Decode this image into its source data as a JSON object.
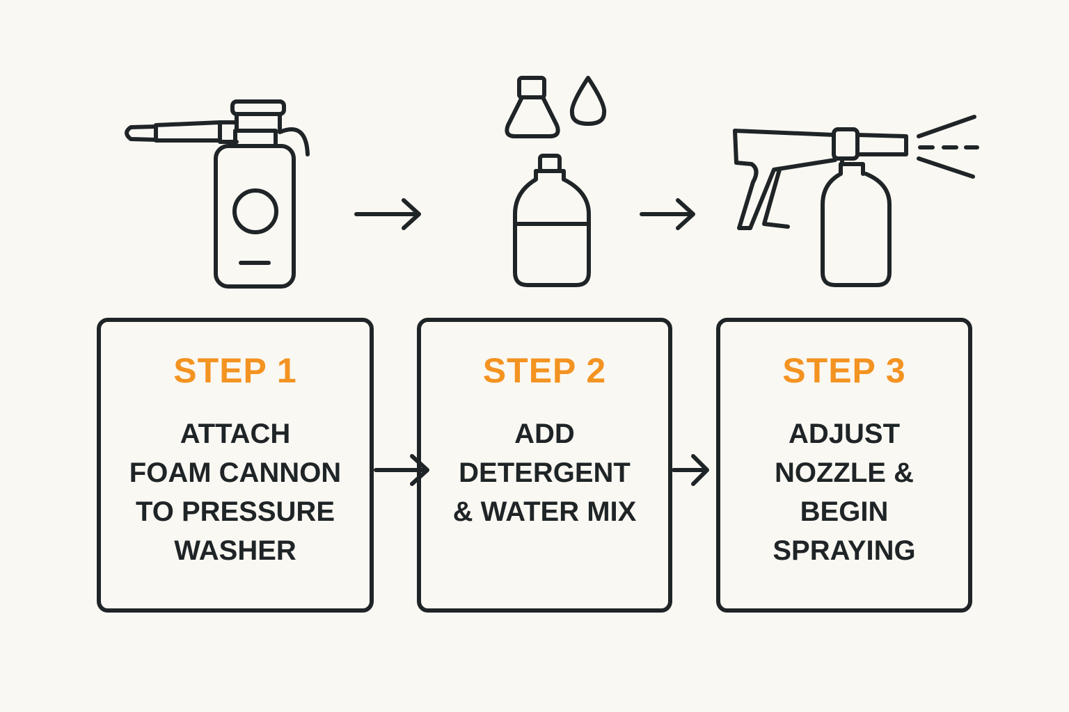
{
  "colors": {
    "background": "#faf8f3",
    "ink": "#1f2426",
    "accent": "#f39321"
  },
  "steps": [
    {
      "title": "STEP 1",
      "text": "ATTACH\nFOAM CANNON\nTO PRESSURE\nWASHER",
      "icon": "foam-cannon-icon"
    },
    {
      "title": "STEP 2",
      "text": "ADD\nDETERGENT\n& WATER MIX",
      "icon": "detergent-bottle-icon"
    },
    {
      "title": "STEP 3",
      "text": "ADJUST\nNOZZLE &\nBEGIN\nSPRAYING",
      "icon": "spray-gun-icon"
    }
  ],
  "connectors": [
    "arrow-right-icon",
    "arrow-right-icon",
    "arrow-right-icon",
    "arrow-right-icon"
  ]
}
